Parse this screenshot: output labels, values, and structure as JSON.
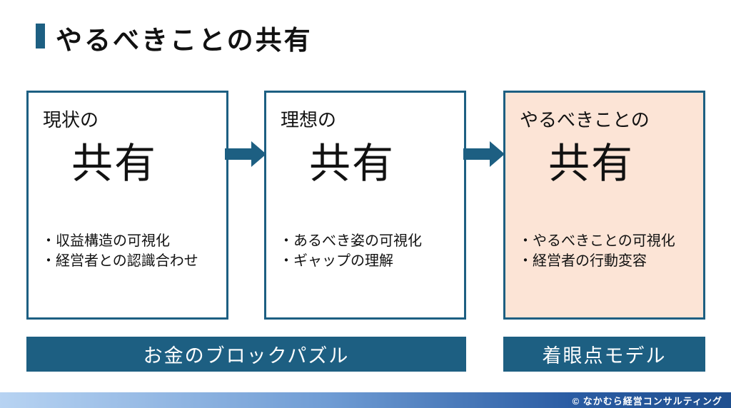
{
  "title": {
    "text": "やるべきことの共有"
  },
  "steps": [
    {
      "label": "現状の",
      "main": "共有",
      "bullets": [
        "・収益構造の可視化",
        "・経営者との認識合わせ"
      ],
      "highlighted": false
    },
    {
      "label": "理想の",
      "main": "共有",
      "bullets": [
        "・あるべき姿の可視化",
        "・ギャップの理解"
      ],
      "highlighted": false
    },
    {
      "label": "やるべきことの",
      "main": "共有",
      "bullets": [
        "・やるべきことの可視化",
        "・経営者の行動変容"
      ],
      "highlighted": true
    }
  ],
  "tools": [
    {
      "label": "お金のブロックパズル"
    },
    {
      "label": "着眼点モデル"
    }
  ],
  "footer": {
    "copyright": "© なかむら経営コンサルティング"
  },
  "colors": {
    "accent_teal": "#1d5f82",
    "highlight_peach": "#fce4d6",
    "footer_grad_start": "#b7d3f2",
    "footer_grad_end": "#1f4f8f",
    "text_black": "#111111"
  }
}
